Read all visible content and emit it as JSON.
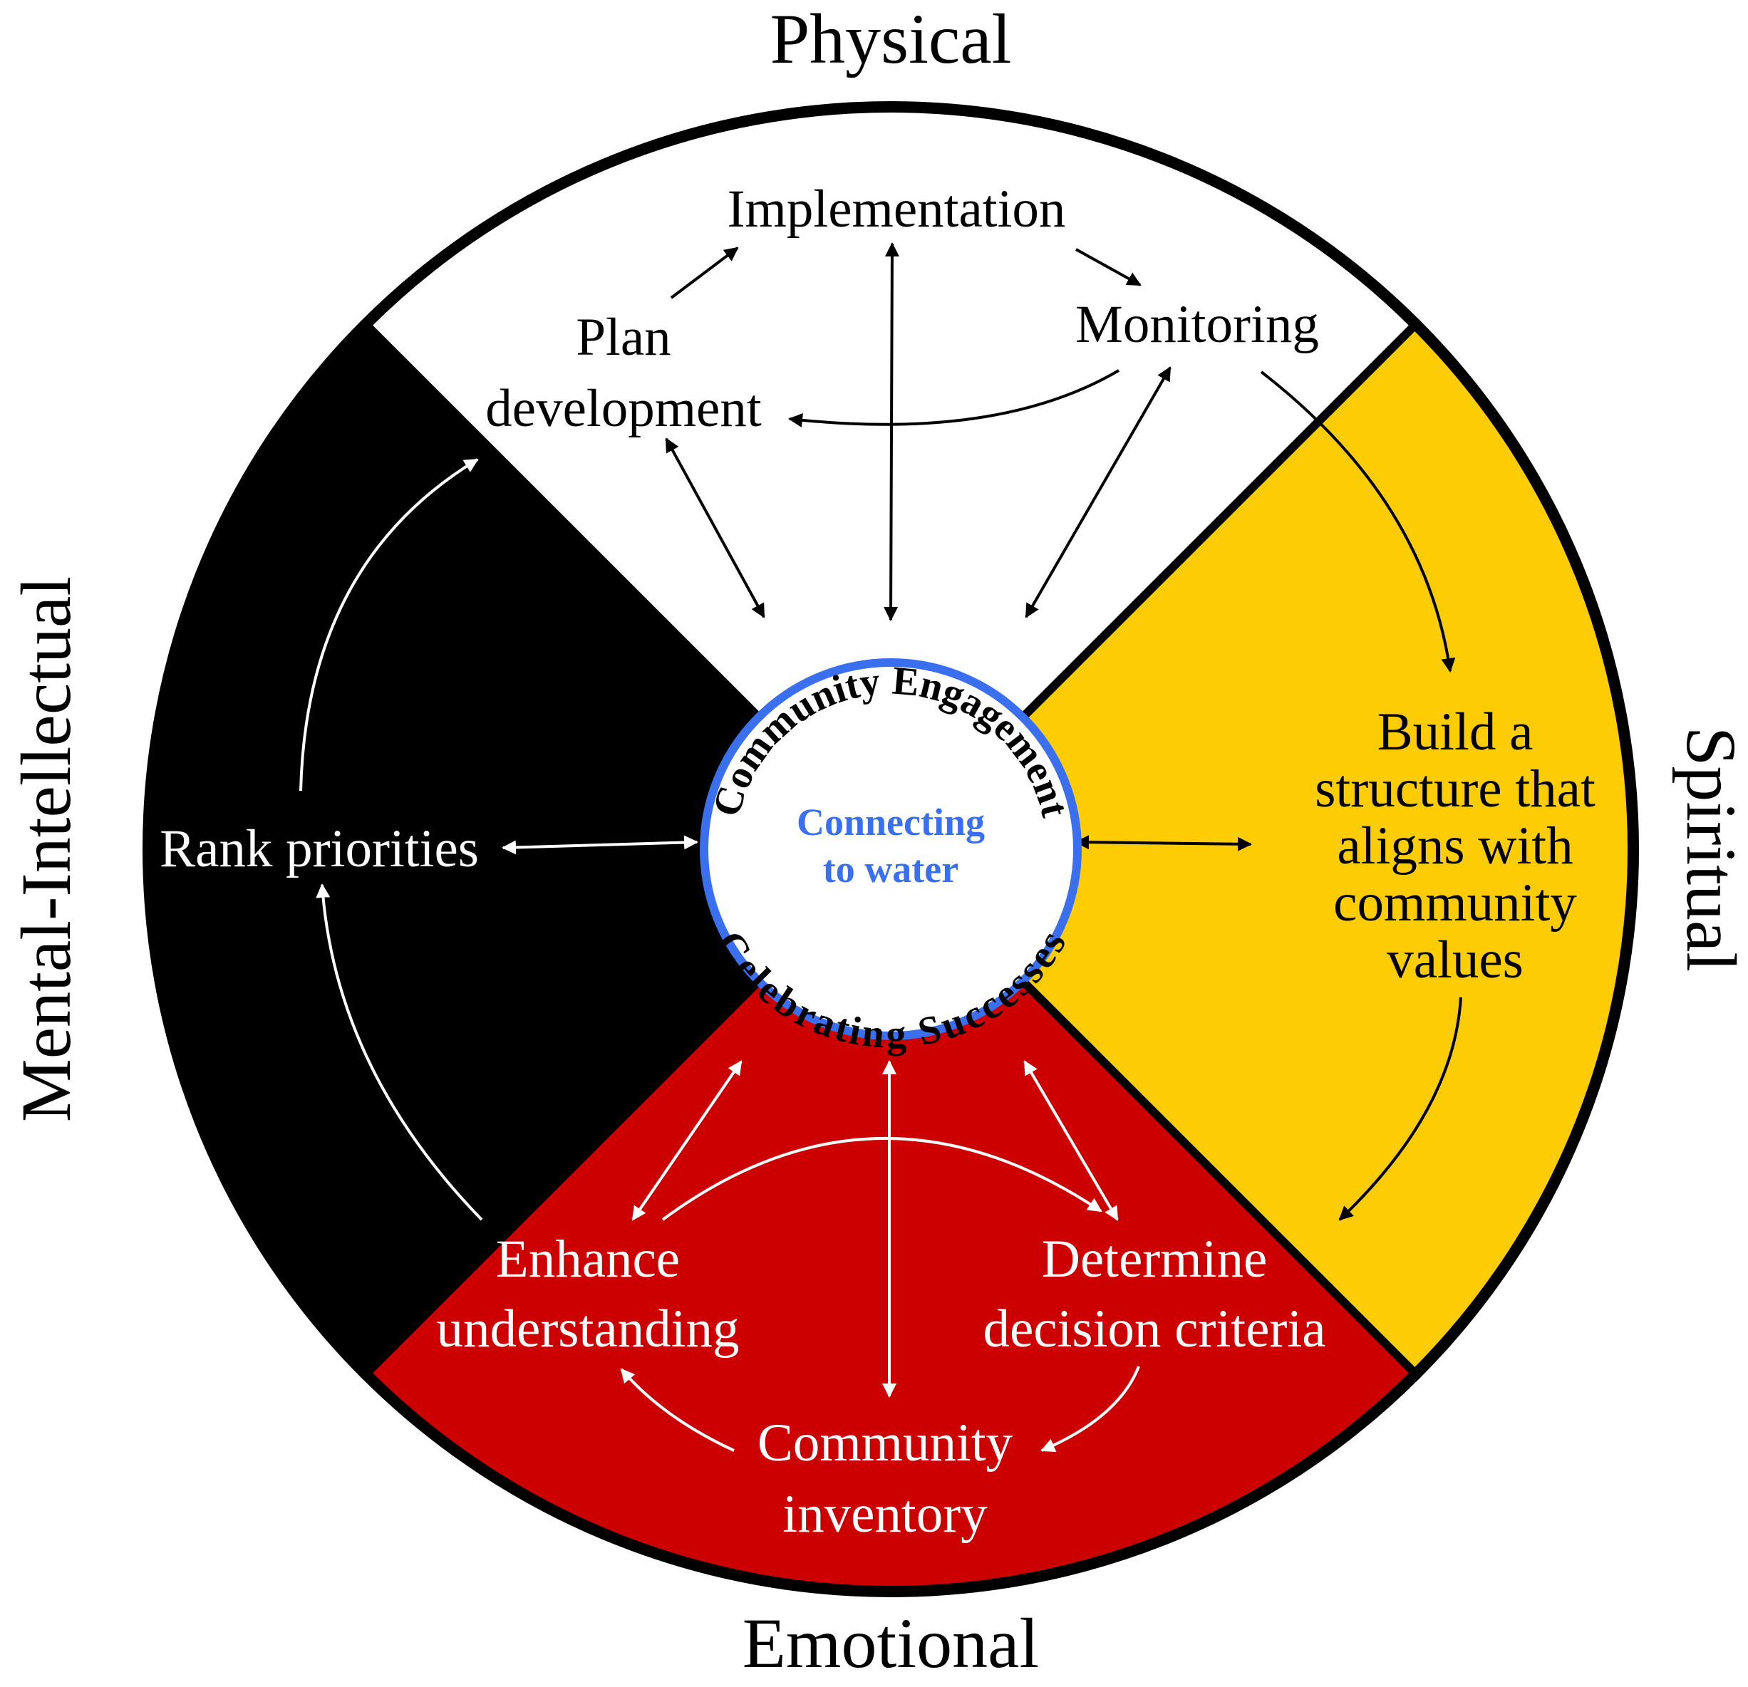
{
  "quadrants": {
    "physical": "Physical",
    "spiritual": "Spiritual",
    "emotional": "Emotional",
    "mental": "Mental-Intellectual"
  },
  "physical_nodes": {
    "implementation": "Implementation",
    "plan_line1": "Plan",
    "plan_line2": "development",
    "monitoring": "Monitoring"
  },
  "spiritual_node": {
    "line1": "Build a",
    "line2": "structure that",
    "line3": "aligns with",
    "line4": "community",
    "line5": "values"
  },
  "emotional_nodes": {
    "enhance_line1": "Enhance",
    "enhance_line2": "understanding",
    "determine_line1": "Determine",
    "determine_line2": "decision criteria",
    "inventory_line1": "Community",
    "inventory_line2": "inventory"
  },
  "mental_node": {
    "rank": "Rank priorities"
  },
  "center": {
    "ring_top": "Community Engagement",
    "ring_bottom": "Celebrating Successes",
    "inner_line1": "Connecting",
    "inner_line2": "to water"
  },
  "colors": {
    "physical": "#ffffff",
    "spiritual": "#fccc04",
    "emotional": "#cc0000",
    "mental": "#000000",
    "center_ring": "#3a6ff0",
    "center_text": "#3a6ff0"
  }
}
